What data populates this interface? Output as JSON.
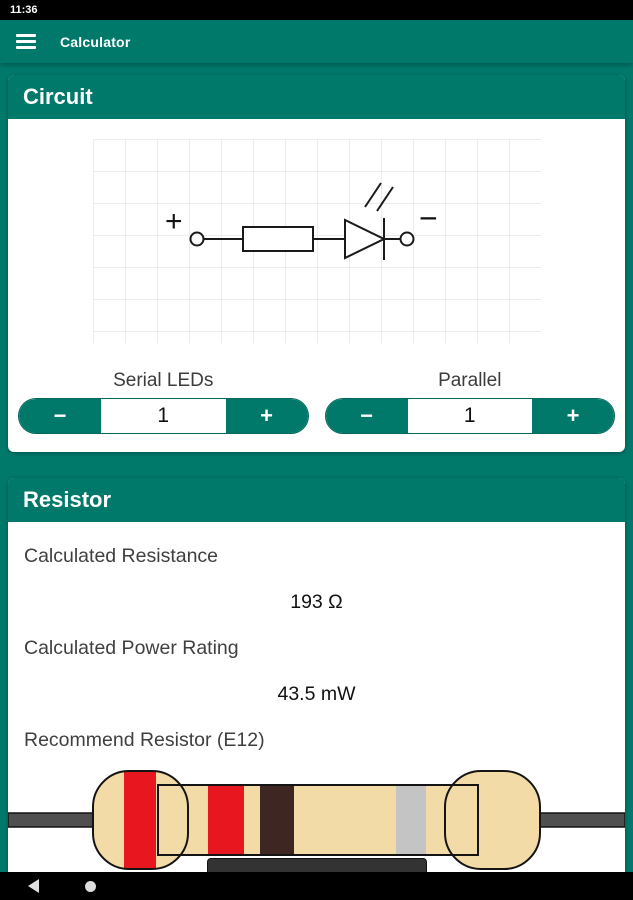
{
  "status_bar": {
    "time": "11:36"
  },
  "app_bar": {
    "title": "Calculator",
    "menu_icon": "hamburger-icon"
  },
  "circuit_card": {
    "title": "Circuit",
    "diagram": {
      "plus_symbol": "+",
      "minus_symbol": "−"
    },
    "serial": {
      "label": "Serial LEDs",
      "value": "1",
      "decrement": "−",
      "increment": "+"
    },
    "parallel": {
      "label": "Parallel",
      "value": "1",
      "decrement": "−",
      "increment": "+"
    }
  },
  "resistor_card": {
    "title": "Resistor",
    "resistance_label": "Calculated Resistance",
    "resistance_value": "193 Ω",
    "power_label": "Calculated Power Rating",
    "power_value": "43.5 mW",
    "recommend_label": "Recommend Resistor (E12)",
    "resistor_graphic": {
      "body_color": "#F3DBA7",
      "lead_color": "#4F4F4F",
      "outline_color": "#141414",
      "band_colors": [
        "#E8161E",
        "#E8161E",
        "#3E2723",
        "#C4C4C4"
      ]
    }
  },
  "colors": {
    "accent": "#00796B",
    "card_background": "#FFFFFF",
    "bar_background": "#000000"
  },
  "nav_bar": {
    "back_icon": "back-icon",
    "home_icon": "home-icon"
  }
}
